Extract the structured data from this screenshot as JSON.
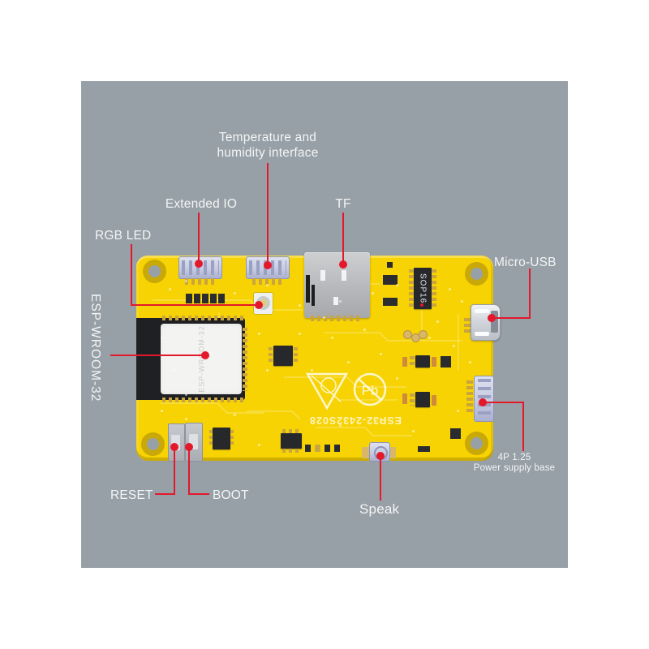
{
  "scene": {
    "background_color": "#ffffff",
    "photo_background_color": "#97a0a7"
  },
  "annotations": {
    "line_color": "#e4182b",
    "text_color": "#f3f5f6",
    "labels": {
      "temperature": {
        "line1": "Temperature and",
        "line2": "humidity interface"
      },
      "extended_io": "Extended IO",
      "tf": "TF",
      "rgb_led": "RGB LED",
      "micro_usb": "Micro-USB",
      "esp_wroom": "ESP-WROOM-32",
      "reset": "RESET",
      "boot": "BOOT",
      "speak": "Speak",
      "power": {
        "line1": "4P 1.25",
        "line2": "Power supply base"
      }
    }
  },
  "board": {
    "pcb_color": "#f7d303",
    "silkscreen": {
      "model": "ESP32-2432S028",
      "sop16": "SOP16",
      "module_sticker": "ESP-WROOM-32",
      "pb_symbol": "Pb"
    }
  }
}
